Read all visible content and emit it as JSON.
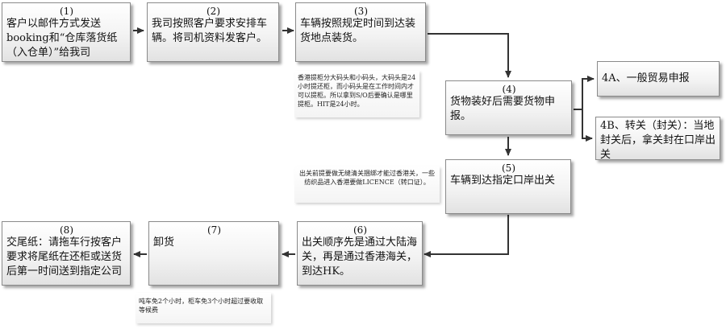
{
  "steps": {
    "s1": {
      "num": "(1)",
      "text": "客户以邮件方式发送booking和“仓库落货纸（入仓单）”给我司"
    },
    "s2": {
      "num": "(2)",
      "text": "我司按照客户要求安排车辆。将司机资料发客户。"
    },
    "s3": {
      "num": "(3)",
      "text": "车辆按照规定时间到达装货地点装货。"
    },
    "s4": {
      "num": "(4)",
      "text": "货物装好后需要货物申报。"
    },
    "s4a": {
      "text": "4A、一般贸易申报"
    },
    "s4b": {
      "text": "4B、转关（封关）：当地封关后，拿关封在口岸出关"
    },
    "s5": {
      "num": "(5)",
      "text": "车辆到达指定口岸出关"
    },
    "s6": {
      "num": "(6)",
      "text": "出关顺序先是通过大陆海关，再是通过香港海关，到达HK。"
    },
    "s7": {
      "num": "(7)",
      "text": "卸货"
    },
    "s8": {
      "num": "(8)",
      "text": "交尾纸：请拖车行按客户要求将尾纸在还柜或送货后第一时间送到指定公司"
    }
  },
  "notes": {
    "n1": "香港提柜分大码头和小码头，大码头是24小时提还柜，而小码头是在工作时间内才可以提柜。所以拿到S/O后要确认是哪里提柜。HIT是24小时。",
    "n2": "出关前提要做无缝清关捆绑才能过香港关，一些纺织品进入香港要做LICENCE（转口证）。",
    "n3": "吨车免2个小时，柜车免3个小时超过要收取等候费"
  }
}
